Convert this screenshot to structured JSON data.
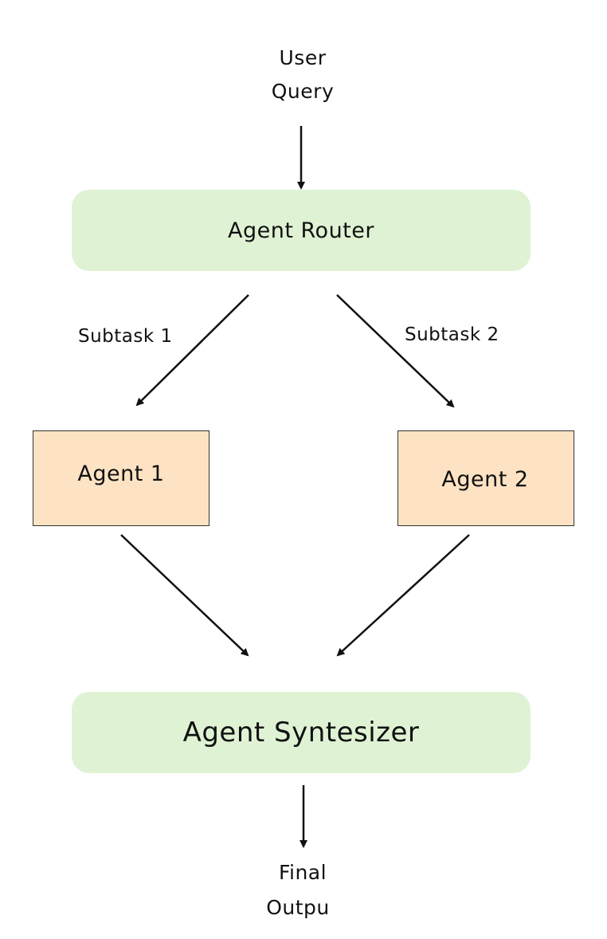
{
  "colors": {
    "router_fill": "#dff3d4",
    "synth_fill": "#dff3d4",
    "agent_fill": "#fde3c3",
    "agent_border": "#333333",
    "arrow": "#111111",
    "text": "#111111",
    "background": "#ffffff"
  },
  "input": {
    "line1": "User",
    "line2": "Query"
  },
  "router": {
    "label": "Agent Router"
  },
  "edges": {
    "subtask1": "Subtask 1",
    "subtask2": "Subtask 2"
  },
  "agent1": {
    "label": "Agent 1"
  },
  "agent2": {
    "label": "Agent 2"
  },
  "synthesizer": {
    "label": "Agent Syntesizer"
  },
  "output": {
    "line1": "Final",
    "line2": "Outpu"
  }
}
